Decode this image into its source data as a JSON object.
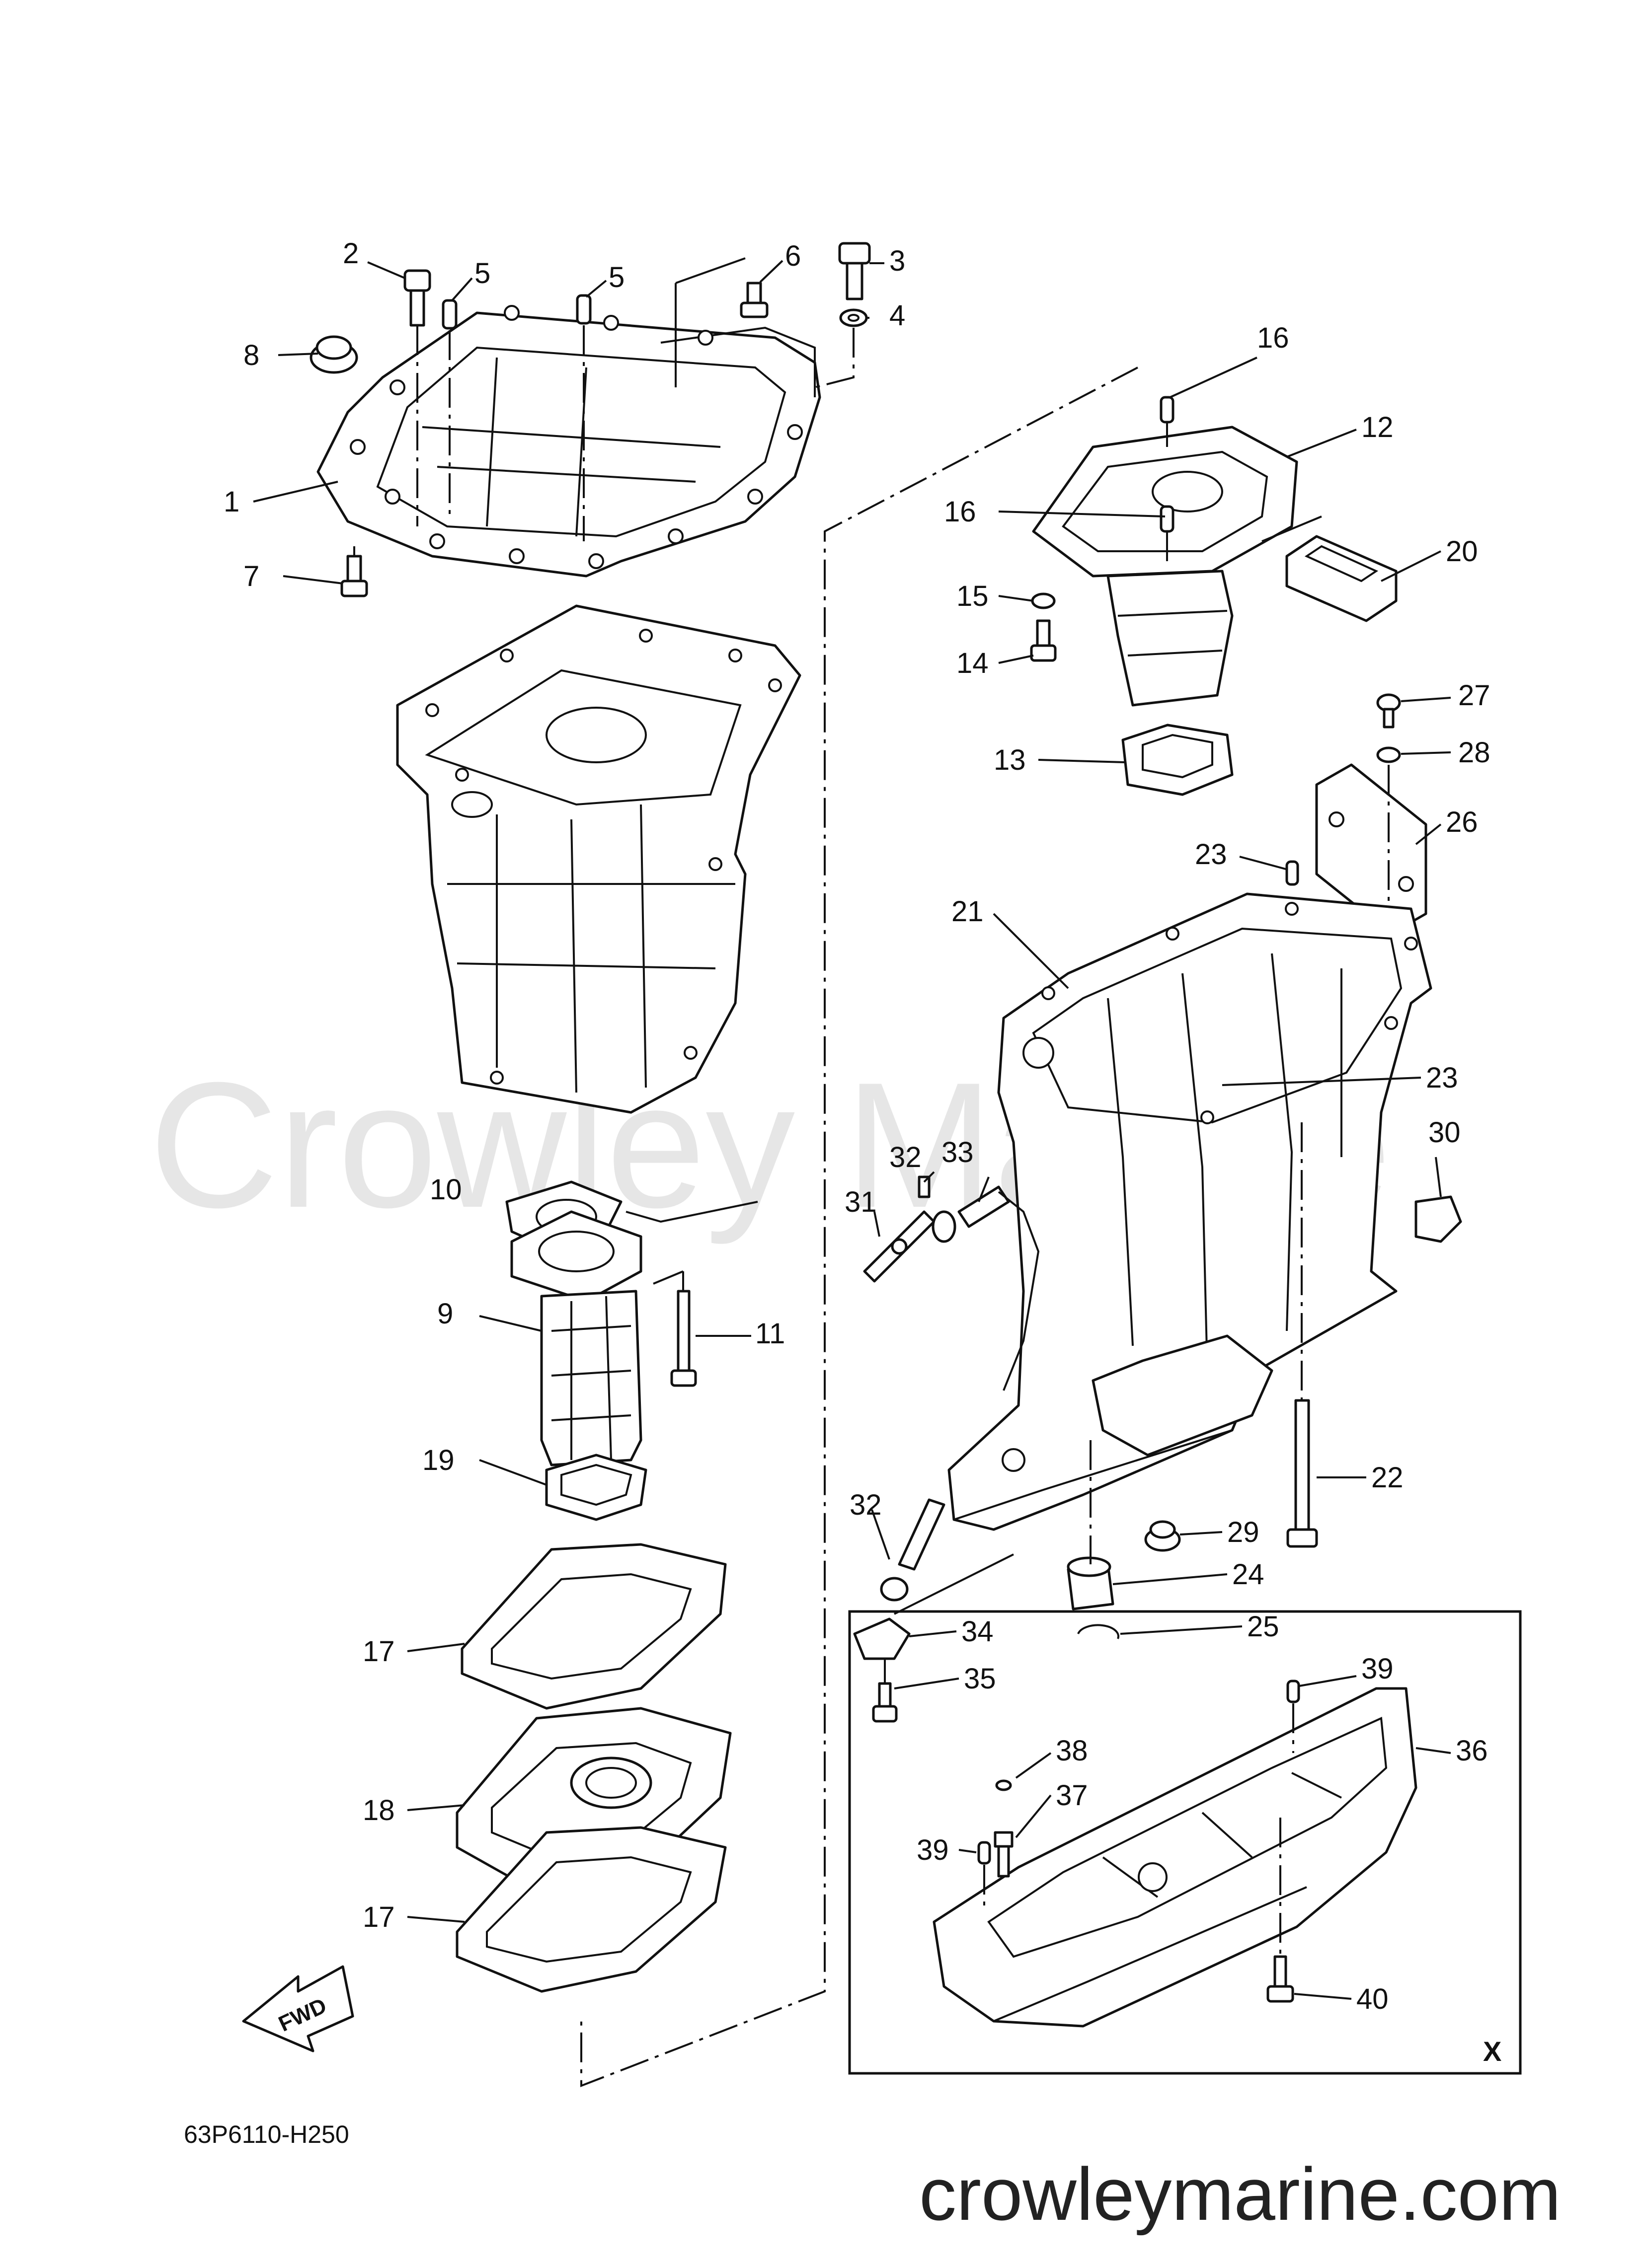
{
  "watermark": "Crowley Marine",
  "footer_site": "crowleymarine.com",
  "diagram_code": "63P6110-H250",
  "fwd_label": "FWD",
  "inset_marker": "X",
  "callouts": {
    "c1": "1",
    "c2": "2",
    "c3": "3",
    "c4": "4",
    "c5a": "5",
    "c5b": "5",
    "c6": "6",
    "c7": "7",
    "c8": "8",
    "c9": "9",
    "c10": "10",
    "c11": "11",
    "c12": "12",
    "c13": "13",
    "c14": "14",
    "c15": "15",
    "c16a": "16",
    "c16b": "16",
    "c17a": "17",
    "c17b": "17",
    "c18": "18",
    "c19": "19",
    "c20": "20",
    "c21": "21",
    "c22": "22",
    "c23a": "23",
    "c23b": "23",
    "c24": "24",
    "c25": "25",
    "c26": "26",
    "c27": "27",
    "c28": "28",
    "c29": "29",
    "c30": "30",
    "c31": "31",
    "c32a": "32",
    "c32b": "32",
    "c33": "33",
    "c34": "34",
    "c35": "35",
    "c36": "36",
    "c37": "37",
    "c38": "38",
    "c39a": "39",
    "c39b": "39",
    "c40": "40"
  }
}
